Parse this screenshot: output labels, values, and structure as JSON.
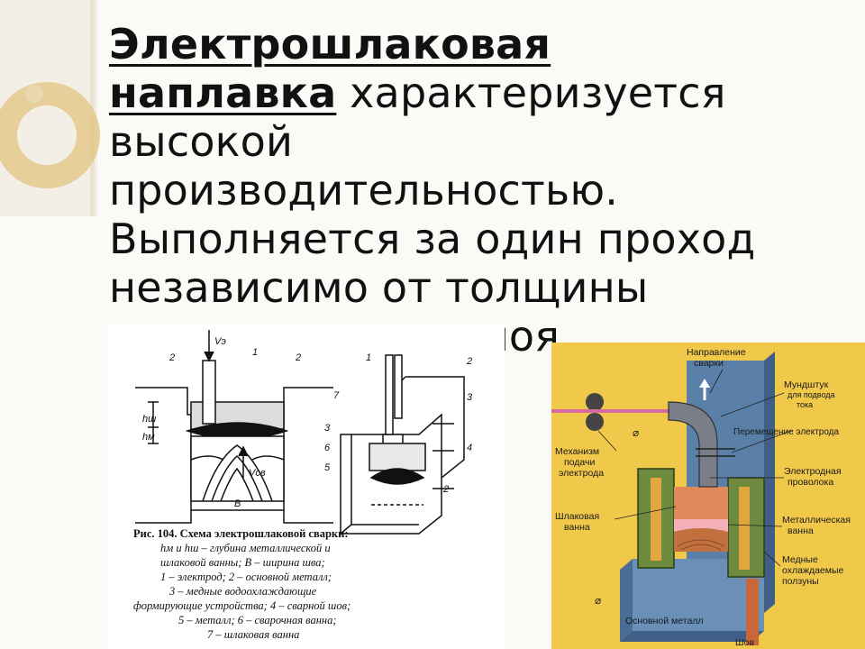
{
  "slide": {
    "heading_line1": "Электрошлаковая",
    "heading_line2": "наплавка",
    "body_line2": " характеризуется",
    "body_lines": [
      "высокой",
      "производительностью.",
      "Выполняется за один проход",
      "независимо от толщины",
      "наплавленного слоя."
    ]
  },
  "left_figure": {
    "labels": {
      "v_e": "Vэ",
      "v_sv": "Vсв",
      "h_sh": "hш",
      "h_m": "hм",
      "b": "B",
      "n1": "1",
      "n2a": "2",
      "n2b": "2",
      "n1b": "1",
      "n2c": "2",
      "n3a": "3",
      "n3b": "3",
      "n4": "4",
      "n5": "5",
      "n6": "6",
      "n7": "7",
      "n2d": "2"
    },
    "caption": {
      "title": "Рис. 104. Схема электрошлаковой сварки:",
      "lines": [
        "hм и hш – глубина металлической и",
        "шлаковой ванны; B – ширина шва;",
        "1 – электрод; 2 – основной металл;",
        "3 – медные водоохлаждающие",
        "формирующие устройства; 4 – сварной шов;",
        "5 – металл; 6 – сварочная ванна;",
        "7 – шлаковая ванна"
      ]
    }
  },
  "right_figure": {
    "labels": {
      "direction": [
        "Направление",
        "сварки"
      ],
      "nozzle": [
        "Мундштук",
        "для подвода",
        "тока"
      ],
      "feed_motion": "Перемещение электрода",
      "mechanism": [
        "Механизм",
        "подачи",
        "электрода"
      ],
      "wire": [
        "Электродная",
        "проволока"
      ],
      "slag_bath": [
        "Шлаковая",
        "ванна"
      ],
      "metal_bath": [
        "Металлическая",
        "ванна"
      ],
      "sliders": [
        "Медные",
        "охлаждаемые",
        "ползуны"
      ],
      "base_metal": "Основной металл",
      "seam": "Шов"
    }
  },
  "colors": {
    "deco_gold": "#e3c98a",
    "right_bg": "#f0c84a",
    "copper_green": "#6e8a3e",
    "base_blue": "#5a7fa8",
    "slag": "#e0895a",
    "metal_pink": "#f4b0b8",
    "electrode_gray": "#7a7e86"
  }
}
